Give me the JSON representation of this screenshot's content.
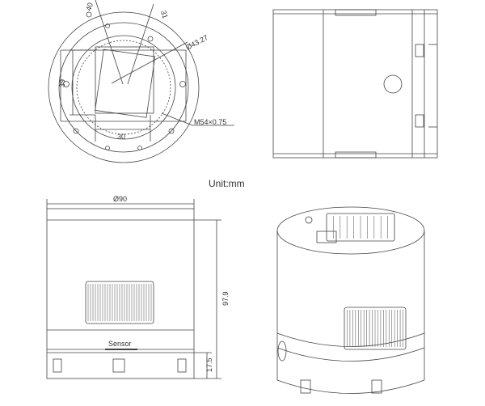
{
  "unit_label": "Unit:mm",
  "front_view": {
    "dim_top_left": "40",
    "dim_top_right": "31",
    "dim_diameter": "Ø43.27",
    "dim_left": "39",
    "dim_bottom": "30",
    "dim_thread": "M54×0.75"
  },
  "side_view": {
    "dim_width": "Ø90",
    "dim_height": "97.9",
    "dim_sensor_height": "17.5",
    "sensor_label": "Sensor"
  }
}
